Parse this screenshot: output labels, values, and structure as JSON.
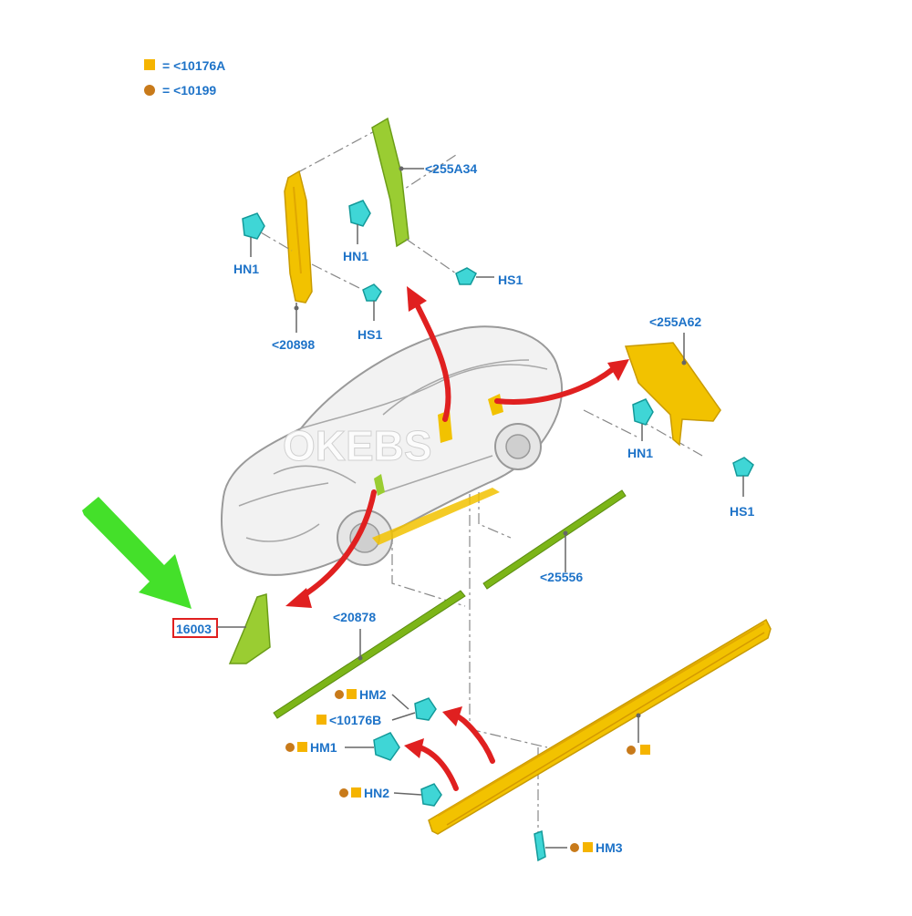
{
  "legend": {
    "items": [
      {
        "text": "= <10176A",
        "color": "#f5b400",
        "shape": "square"
      },
      {
        "text": "= <10199",
        "color": "#c87a1a",
        "shape": "circle"
      }
    ]
  },
  "parts": {
    "p255A34": "<255A34",
    "p20898": "<20898",
    "p255A62": "<255A62",
    "p25556": "<25556",
    "p20878": "<20878",
    "p16003": "16003",
    "p10176B": "<10176B"
  },
  "fasteners": {
    "hn1": "HN1",
    "hs1": "HS1",
    "hm2": "HM2",
    "hm1": "HM1",
    "hn2": "HN2",
    "hm3": "HM3"
  },
  "watermark": "OKEBS",
  "colors": {
    "label": "#1e73c8",
    "arrow_red": "#e02020",
    "arrow_green": "#44e02a",
    "highlight_box": "#e02020",
    "part_yellow": "#f2c200",
    "part_green": "#9acd32",
    "clip_cyan": "#3fd6d6"
  }
}
